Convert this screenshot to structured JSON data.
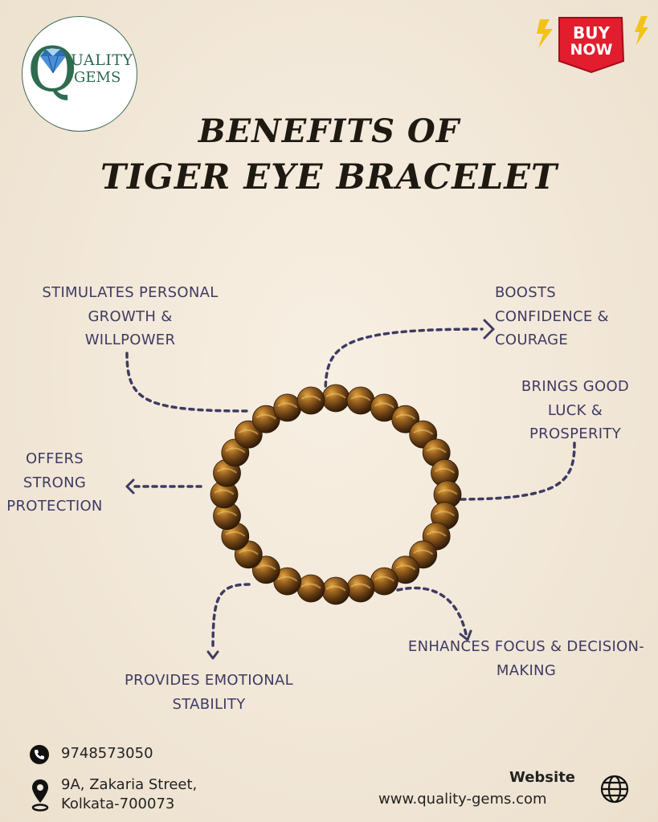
{
  "logo": {
    "text_top": "UALITY",
    "text_bottom": "GEMS",
    "letter": "Q",
    "icon": "diamond-icon"
  },
  "buy_button": {
    "line1": "BUY",
    "line2": "NOW",
    "color": "#e11d2e",
    "bolt_color": "#f2c315"
  },
  "title": {
    "line1": "BENEFITS OF",
    "line2": "TIGER EYE BRACELET"
  },
  "benefits": {
    "growth": [
      "STIMULATES PERSONAL",
      "GROWTH &",
      "WILLPOWER"
    ],
    "confidence": [
      "BOOSTS",
      "CONFIDENCE &",
      "COURAGE"
    ],
    "luck": [
      "BRINGS GOOD",
      "LUCK &",
      "PROSPERITY"
    ],
    "protection": [
      "OFFERS",
      "STRONG",
      "PROTECTION"
    ],
    "focus": [
      "ENHANCES FOCUS & DECISION-",
      "MAKING"
    ],
    "stability": [
      "PROVIDES EMOTIONAL",
      "STABILITY"
    ]
  },
  "contact": {
    "phone": "9748573050",
    "phone_icon": "phone-icon",
    "address_line1": "9A, Zakaria Street,",
    "address_line2": "Kolkata-700073",
    "address_icon": "location-pin-icon",
    "website_label": "Website",
    "website_url": "www.quality-gems.com",
    "website_icon": "globe-icon"
  },
  "colors": {
    "label": "#3e3b63",
    "title": "#1e1a12",
    "logo_green": "#2f6b4f",
    "background": "#f3e9da"
  }
}
